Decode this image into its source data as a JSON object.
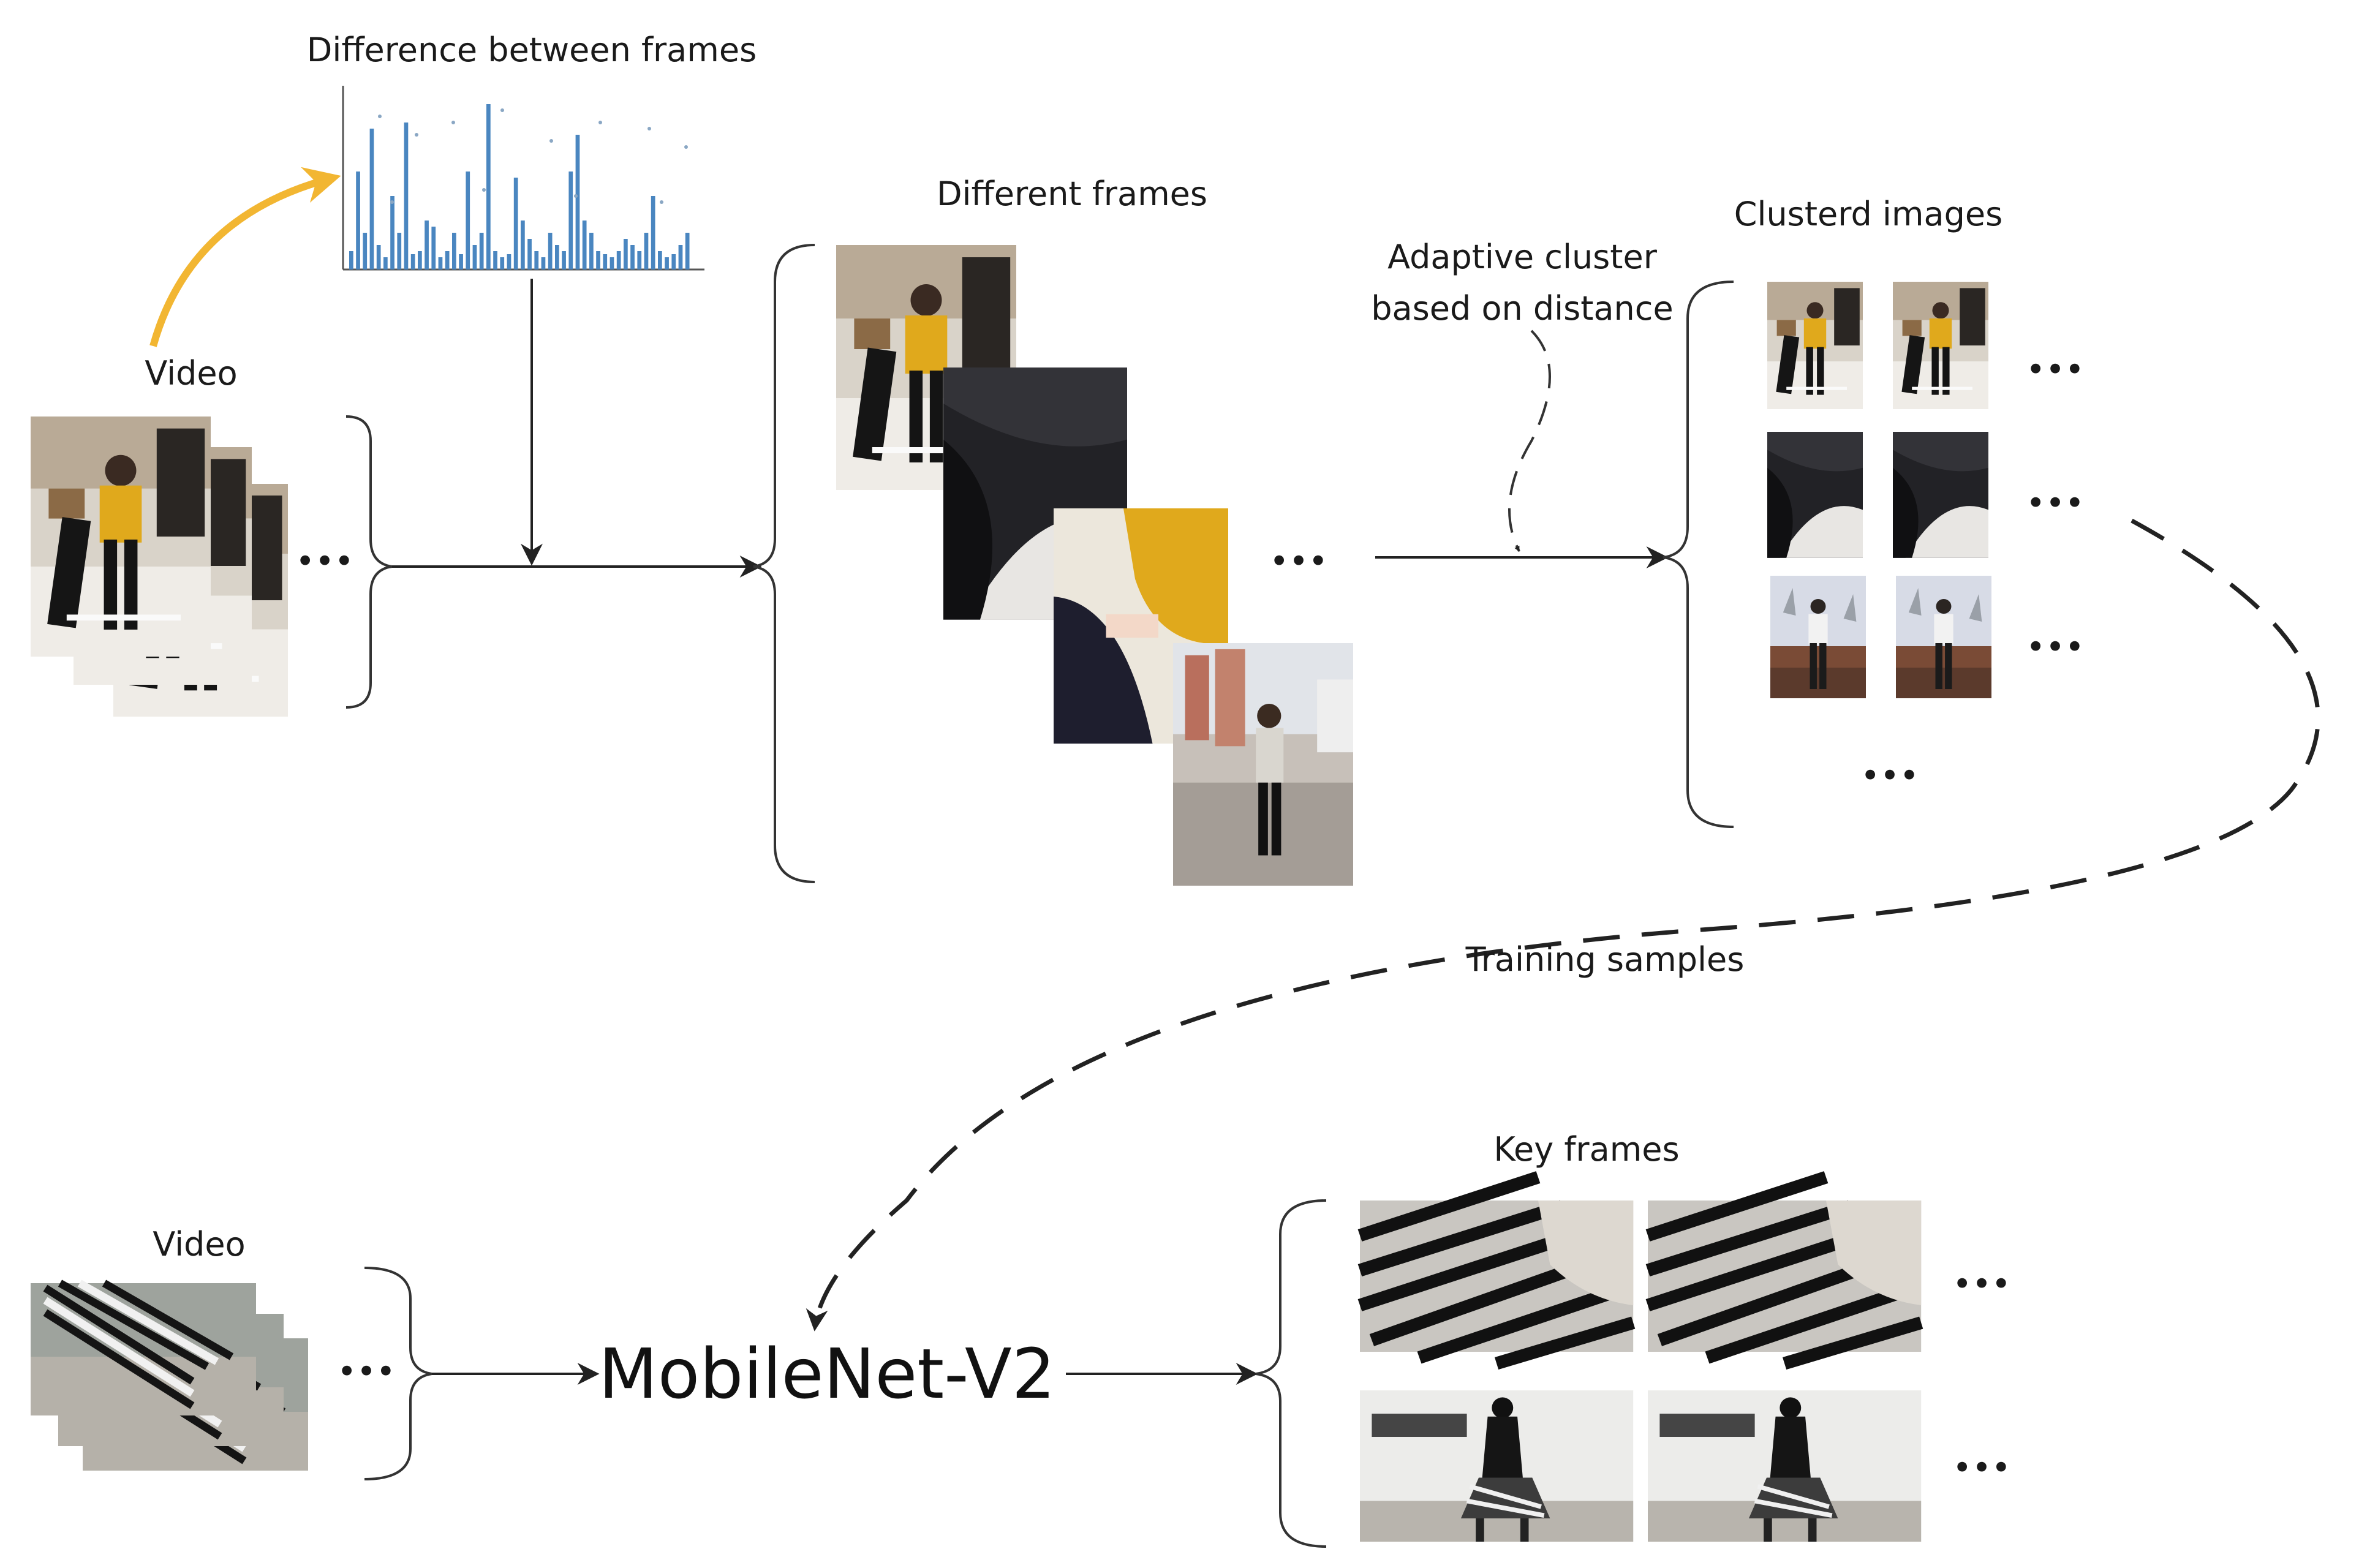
{
  "labels": {
    "difference_between_frames": "Difference between frames",
    "video_top": "Video",
    "different_frames": "Different frames",
    "adaptive_cluster_line1": "Adaptive cluster",
    "adaptive_cluster_line2": "based on distance",
    "clusterd_images": "Clusterd images",
    "training_samples": "Training samples",
    "video_bottom": "Video",
    "mobilenet": "MobileNet-V2",
    "key_frames": "Key frames",
    "ellipsis": "•••"
  },
  "colors": {
    "accent_arrow": "#F2B632",
    "bar_fill": "#4A86C0",
    "line": "#222222",
    "frame_yellow": "#E0A91C",
    "frame_dark": "#1c1c1f",
    "frame_wood": "#7a5a3a",
    "frame_wall": "#e9e6df"
  },
  "icons": {
    "video_frame": "video-frame-thumbnail",
    "histogram": "difference-histogram",
    "ellipsis": "ellipsis-dots"
  }
}
